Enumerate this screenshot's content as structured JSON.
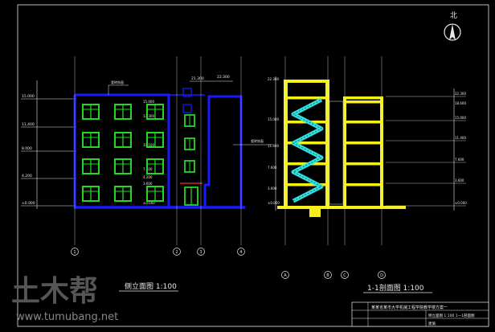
{
  "sheet": {
    "north_label": "北",
    "north_symbol": "N",
    "title_block": {
      "project_line": "某某省某市大学机械工程学院教学楼方案一",
      "drawing_line": "侧立面图 1:100 1—1剖面图",
      "sub_line": "建施"
    }
  },
  "views": {
    "side_elevation": {
      "title": "侧立面图 1:100",
      "level_marks_left": [
        "15.000",
        "11.400",
        "8.000",
        "4.200",
        "±0.000"
      ],
      "level_marks_inner": [
        "15.000",
        "13.300",
        "10.100",
        "7.300",
        "4.200",
        "3.600",
        "±0.000"
      ],
      "top_marks": [
        "21.300",
        "22.300"
      ],
      "notes": [
        "瓷砖饰面",
        "瓷砖饰面"
      ],
      "axis_tags": [
        "1",
        "2",
        "3",
        "4"
      ]
    },
    "section_1_1": {
      "title": "1-1剖面图 1:100",
      "level_marks_left": [
        "22.300",
        "15.000",
        "11.400",
        "7.600",
        "3.600",
        "±0.000"
      ],
      "level_marks_right": [
        "22.300",
        "18.600",
        "15.000",
        "11.400",
        "7.600",
        "3.600",
        "±0.000"
      ],
      "axis_tags": [
        "A",
        "B",
        "C",
        "D"
      ]
    }
  },
  "watermark": {
    "brand": "土木帮",
    "url": "www.tumubang.net"
  },
  "colors": {
    "background": "#000000",
    "wall_blue": "#1a1aff",
    "window_green": "#22d922",
    "stair_cyan": "#33e0e0",
    "slab_yellow": "#f5f01a",
    "line_white": "#e8e8e8",
    "accent_red": "#e83030"
  }
}
